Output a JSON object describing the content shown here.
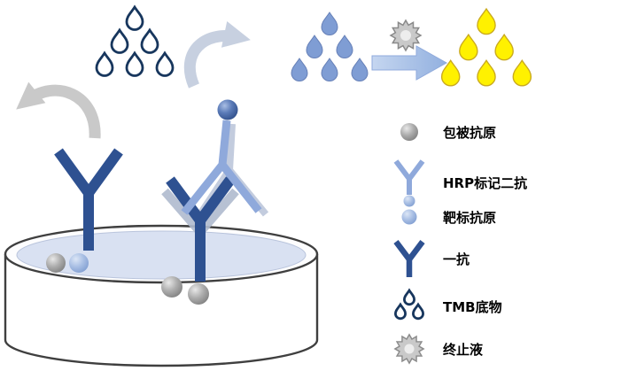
{
  "legend": {
    "items": [
      {
        "label": "包被抗原",
        "icon": "coated-antigen-sphere"
      },
      {
        "label": "HRP标记二抗",
        "icon": "hrp-secondary-antibody"
      },
      {
        "label": "靶标抗原",
        "icon": "target-antigen-sphere"
      },
      {
        "label": "一抗",
        "icon": "primary-antibody"
      },
      {
        "label": "TMB底物",
        "icon": "tmb-substrate-drops"
      },
      {
        "label": "终止液",
        "icon": "stop-solution-burst"
      }
    ]
  },
  "colors": {
    "primary_antibody": "#2E5191",
    "secondary_antibody": "#8FA9DB",
    "substrate_drop_outline": "#17365D",
    "substrate_drop_blue": "#7F9DD4",
    "product_drop_yellow": "#FFF100",
    "antigen_gray": "#ACACAC",
    "block_arrow_blue": "#A9C2E8",
    "curved_arrow_gray": "#C9C9C9",
    "well_liquid": "#D9E1F2"
  }
}
